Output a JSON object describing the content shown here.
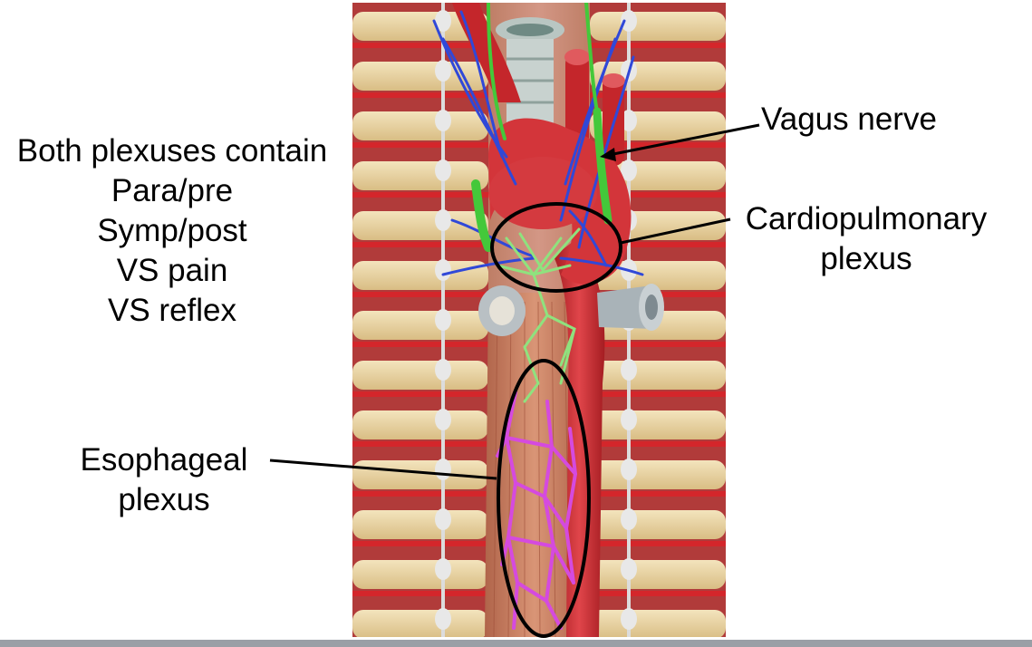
{
  "labels": {
    "plexus_contents": {
      "heading": "Both plexuses contain",
      "items": [
        "Para/pre",
        "Symp/post",
        "VS pain",
        "VS reflex"
      ]
    },
    "vagus": "Vagus nerve",
    "cardiopulmonary": [
      "Cardiopulmonary",
      "plexus"
    ],
    "esophageal": [
      "Esophageal",
      "plexus"
    ]
  },
  "colors": {
    "rib_bone": "#e9d6a6",
    "intercostal_muscle": "#b8403f",
    "artery": "#cf2a2e",
    "vein": "#9aa3ad",
    "sympathetic_nerve": "#3048d8",
    "vagus_nerve": "#44c83a",
    "plexus_branches": "#8fe27e",
    "esophageal_plexus": "#d54adf",
    "esophagus": "#c97b5a",
    "sympathetic_chain": "#dcdcdc",
    "annotation": "#000000"
  }
}
